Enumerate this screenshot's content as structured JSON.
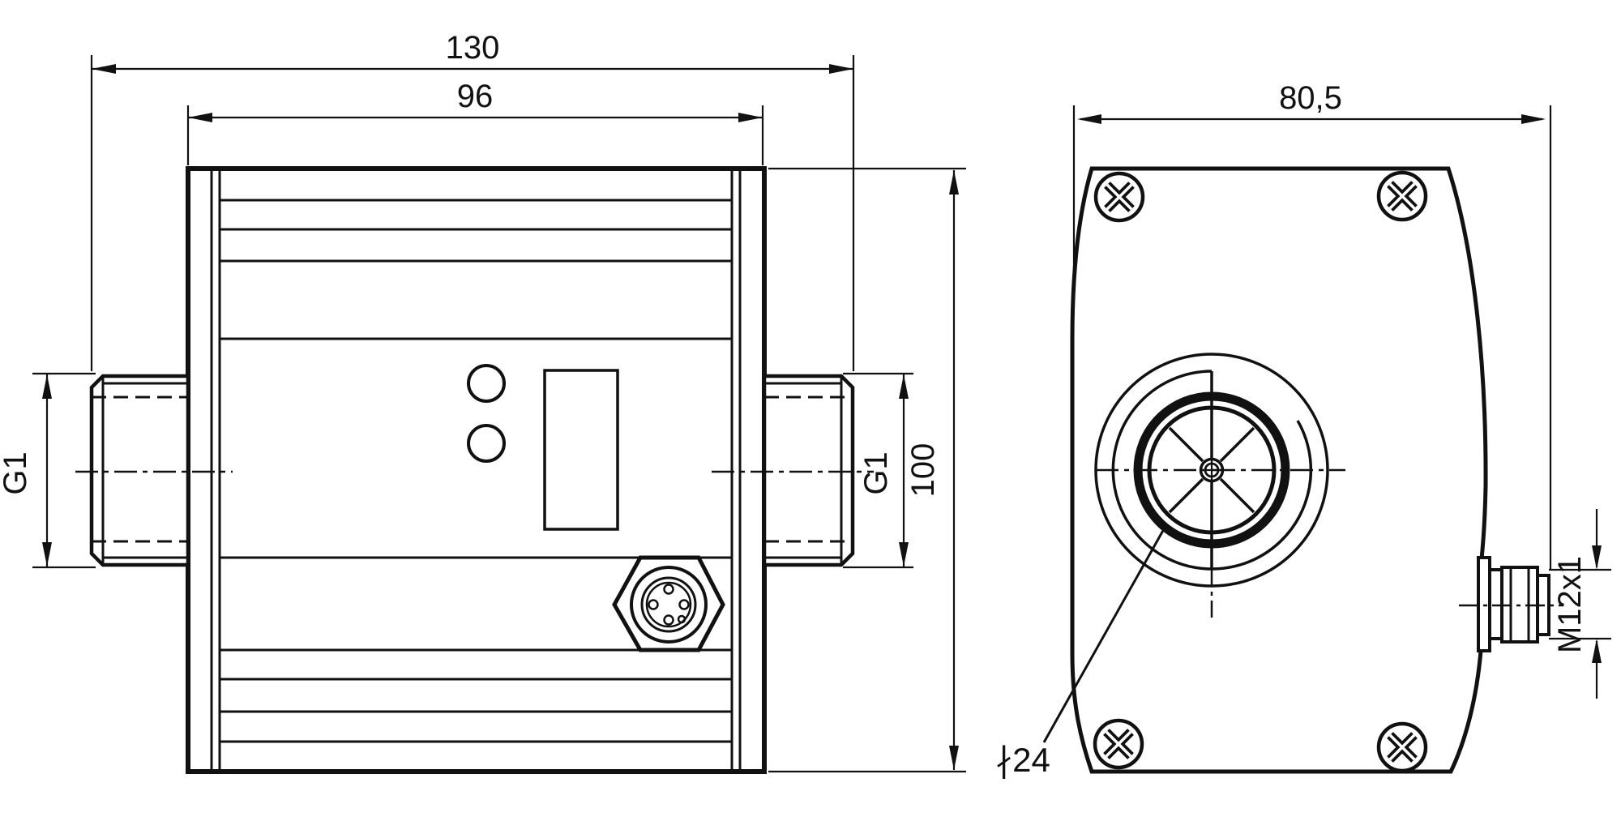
{
  "drawing": {
    "kind": "technical-dimension-drawing",
    "colors": {
      "line": "#111111",
      "background": "#ffffff"
    }
  },
  "dimensions": {
    "overall_length": "130",
    "body_width": "96",
    "body_height": "100",
    "body_depth": "80,5",
    "thread_left": "G1",
    "thread_right": "G1",
    "connector_thread": "M12x1",
    "bore_diameter": "∤24"
  }
}
